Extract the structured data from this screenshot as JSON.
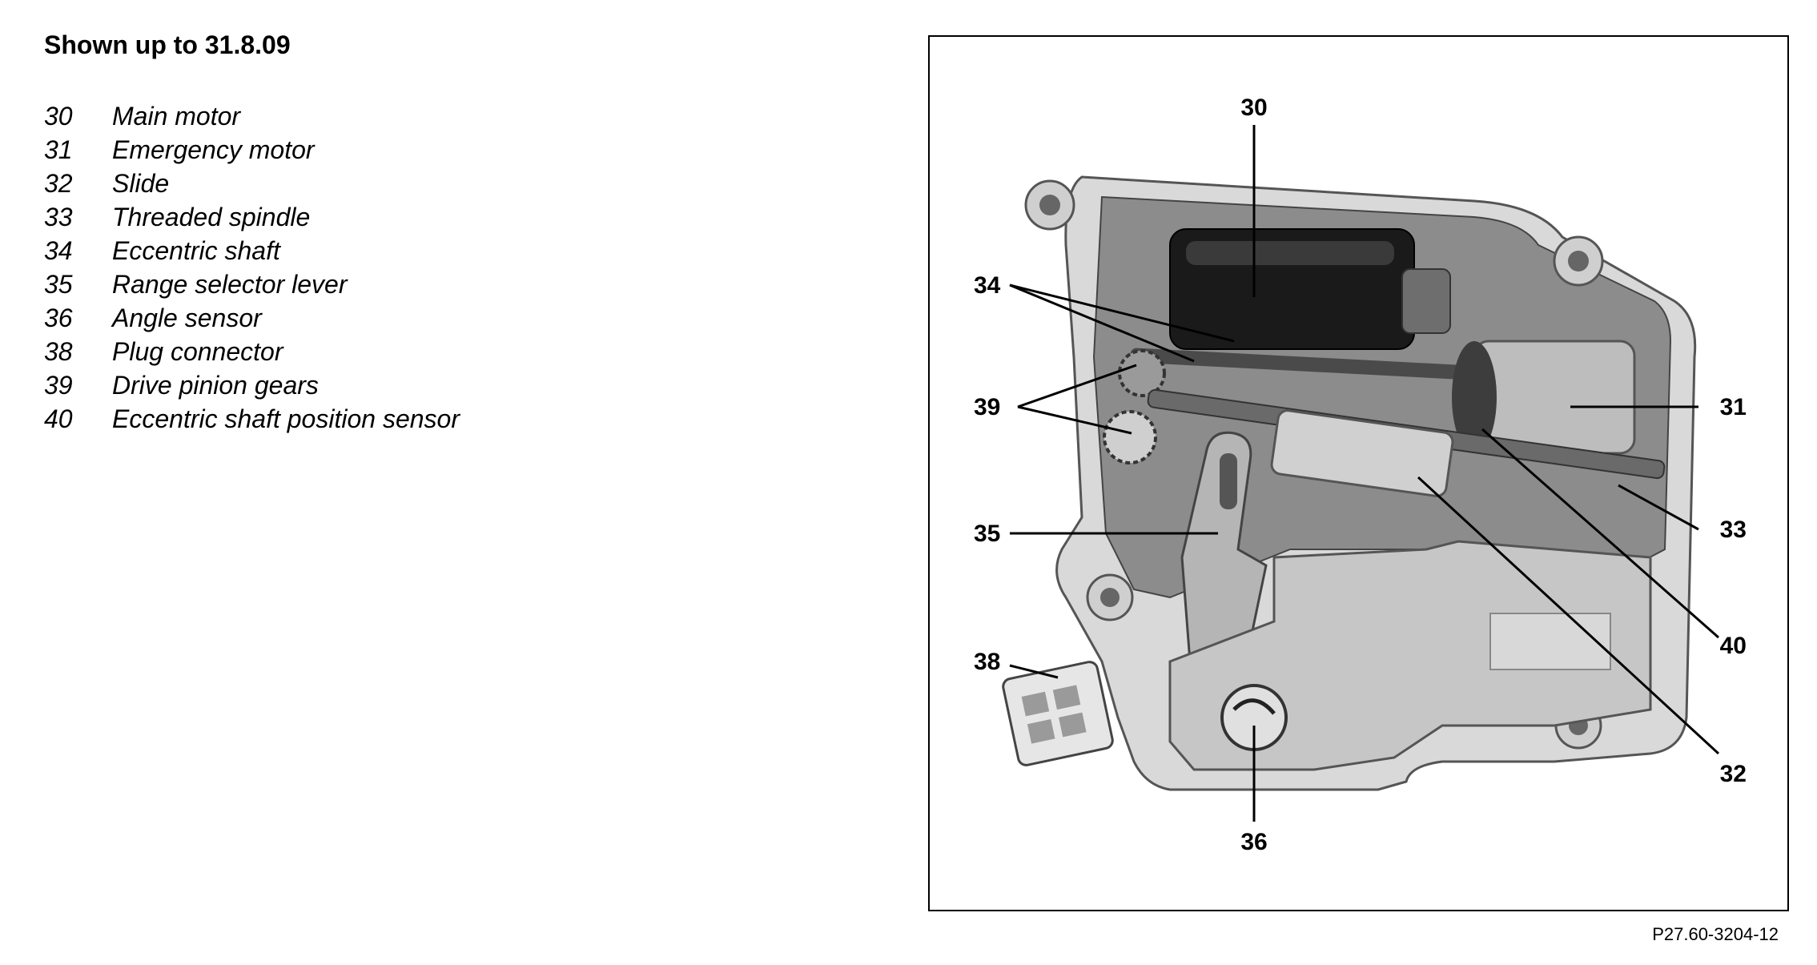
{
  "heading": "Shown up to 31.8.09",
  "legend": [
    {
      "num": "30",
      "label": "Main motor"
    },
    {
      "num": "31",
      "label": "Emergency motor"
    },
    {
      "num": "32",
      "label": "Slide"
    },
    {
      "num": "33",
      "label": "Threaded spindle"
    },
    {
      "num": "34",
      "label": "Eccentric shaft"
    },
    {
      "num": "35",
      "label": "Range selector lever"
    },
    {
      "num": "36",
      "label": "Angle sensor"
    },
    {
      "num": "38",
      "label": "Plug connector"
    },
    {
      "num": "39",
      "label": "Drive pinion gears"
    },
    {
      "num": "40",
      "label": "Eccentric shaft position sensor"
    }
  ],
  "callouts": {
    "c30": "30",
    "c31": "31",
    "c32": "32",
    "c33": "33",
    "c34": "34",
    "c35": "35",
    "c36": "36",
    "c38": "38",
    "c39": "39",
    "c40": "40"
  },
  "reference_code": "P27.60-3204-12"
}
